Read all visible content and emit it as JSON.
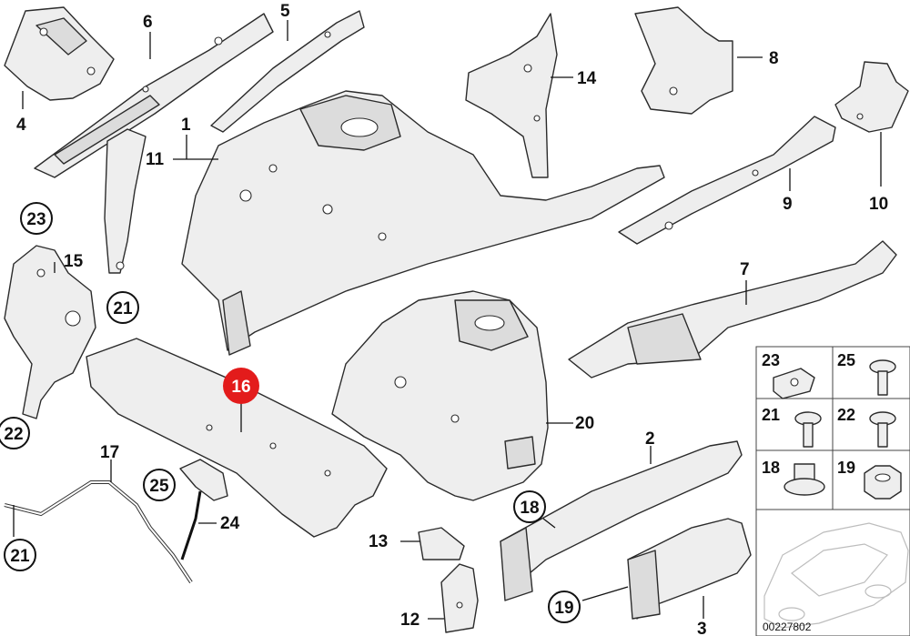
{
  "callouts": [
    {
      "n": "1"
    },
    {
      "n": "2"
    },
    {
      "n": "3"
    },
    {
      "n": "4"
    },
    {
      "n": "5"
    },
    {
      "n": "6"
    },
    {
      "n": "7"
    },
    {
      "n": "8"
    },
    {
      "n": "9"
    },
    {
      "n": "10"
    },
    {
      "n": "11"
    },
    {
      "n": "12"
    },
    {
      "n": "13"
    },
    {
      "n": "14"
    },
    {
      "n": "15"
    },
    {
      "n": "16"
    },
    {
      "n": "17"
    },
    {
      "n": "18"
    },
    {
      "n": "19"
    },
    {
      "n": "20"
    },
    {
      "n": "21"
    },
    {
      "n": "22"
    },
    {
      "n": "23"
    },
    {
      "n": "24"
    },
    {
      "n": "25"
    },
    {
      "n": "21"
    },
    {
      "n": "22"
    },
    {
      "n": "23"
    },
    {
      "n": "25"
    },
    {
      "n": "21"
    },
    {
      "n": "18"
    },
    {
      "n": "19"
    }
  ],
  "fastener_panel": [
    {
      "n": "23",
      "icon": "clip-nut-icon"
    },
    {
      "n": "25",
      "icon": "screw-icon"
    },
    {
      "n": "21",
      "icon": "screw-icon"
    },
    {
      "n": "22",
      "icon": "screw-icon"
    },
    {
      "n": "18",
      "icon": "flange-nut-icon"
    },
    {
      "n": "19",
      "icon": "hex-nut-icon"
    }
  ],
  "reference_number": "00227802",
  "highlight_color": "#e31b1b"
}
